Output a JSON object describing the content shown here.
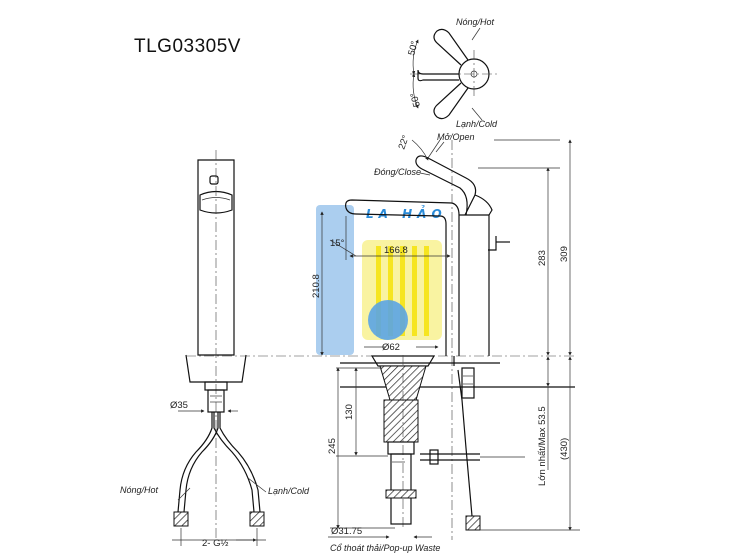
{
  "model": "TLG03305V",
  "watermark": {
    "text": "LA HẢO",
    "colors": {
      "blue": "#2a8bd8",
      "blue_light": "#9cc6ec",
      "yellow": "#f5e100",
      "yellow_light": "#f8f08a"
    }
  },
  "handle_view": {
    "hot": "Nóng/Hot",
    "cold": "Lạnh/Cold",
    "angle_hot": "50°",
    "angle_cold": "50°"
  },
  "lever": {
    "open": "Mở/Open",
    "close": "Đóng/Close",
    "open_angle": "22°"
  },
  "dimensions": {
    "spout_angle": "15°",
    "reach": "166.8",
    "spout_height": "210.8",
    "height_283": "283",
    "height_309": "309",
    "base_diameter": "Ø62",
    "dim_130": "130",
    "dim_245": "245",
    "max_thickness": "Lớn nhất/Max 53.5",
    "hose_length": "(430)",
    "thread_diameter": "Ø35",
    "waste_diameter": "Ø31.75"
  },
  "hoses": {
    "hot": "Nóng/Hot",
    "cold": "Lạnh/Cold",
    "thread": "2- G½"
  },
  "popup": {
    "label": "Cổ thoát thải/Pop-up Waste"
  }
}
